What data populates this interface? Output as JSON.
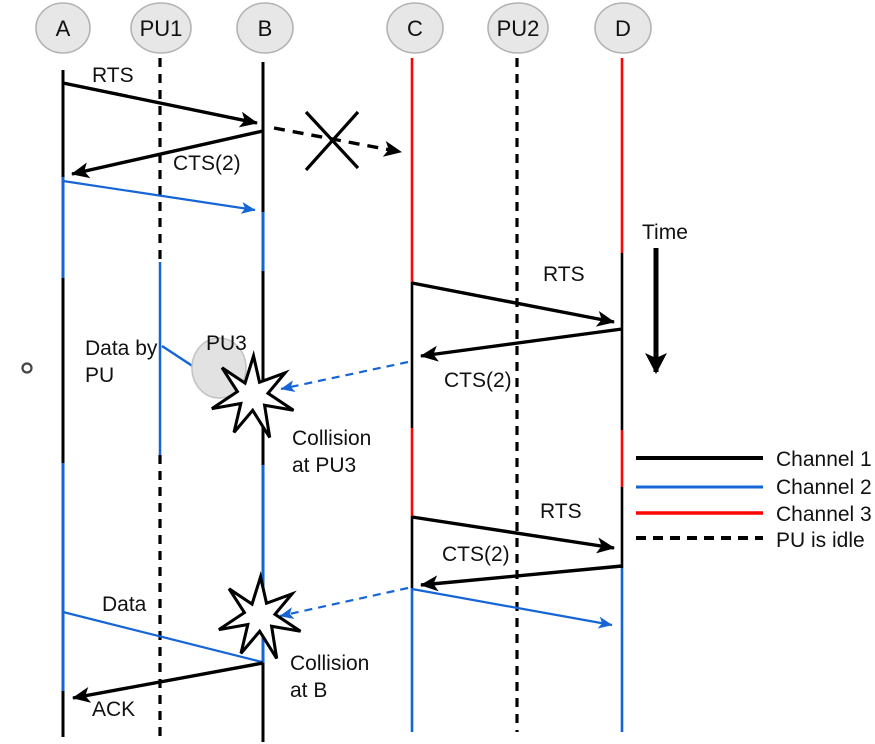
{
  "nodes": [
    {
      "label": "A"
    },
    {
      "label": "PU1"
    },
    {
      "label": "B"
    },
    {
      "label": "C"
    },
    {
      "label": "PU2"
    },
    {
      "label": "D"
    }
  ],
  "colors": {
    "channel1": "#000000",
    "channel2": "#1565d6",
    "channel3": "#fb0505",
    "node_fill": "#e7e7e7",
    "node_border": "#b3b3b3",
    "pu3_fill": "#e2e2e2",
    "pu3_border": "#c4c4c4",
    "ink": "#111111"
  },
  "messages": {
    "rts_ab": "RTS",
    "cts_ab": "CTS(2)",
    "rts_cd_1": "RTS",
    "cts_cd_1": "CTS(2)",
    "rts_cd_2": "RTS",
    "cts_cd_2": "CTS(2)",
    "data_ab": "Data",
    "ack_ba": "ACK"
  },
  "annotations": {
    "time": "Time",
    "pu3": "PU3",
    "data_by_pu": [
      "Data by",
      "PU"
    ],
    "collision_pu3": [
      "Collision",
      "at PU3"
    ],
    "collision_b": [
      "Collision",
      "at B"
    ]
  },
  "legend": [
    {
      "label": "Channel 1",
      "line": "solid",
      "color": "#000000"
    },
    {
      "label": "Channel 2",
      "line": "solid",
      "color": "#1565d6"
    },
    {
      "label": "Channel 3",
      "line": "solid",
      "color": "#fb0505"
    },
    {
      "label": "PU is idle",
      "line": "dashed",
      "color": "#000000"
    }
  ]
}
